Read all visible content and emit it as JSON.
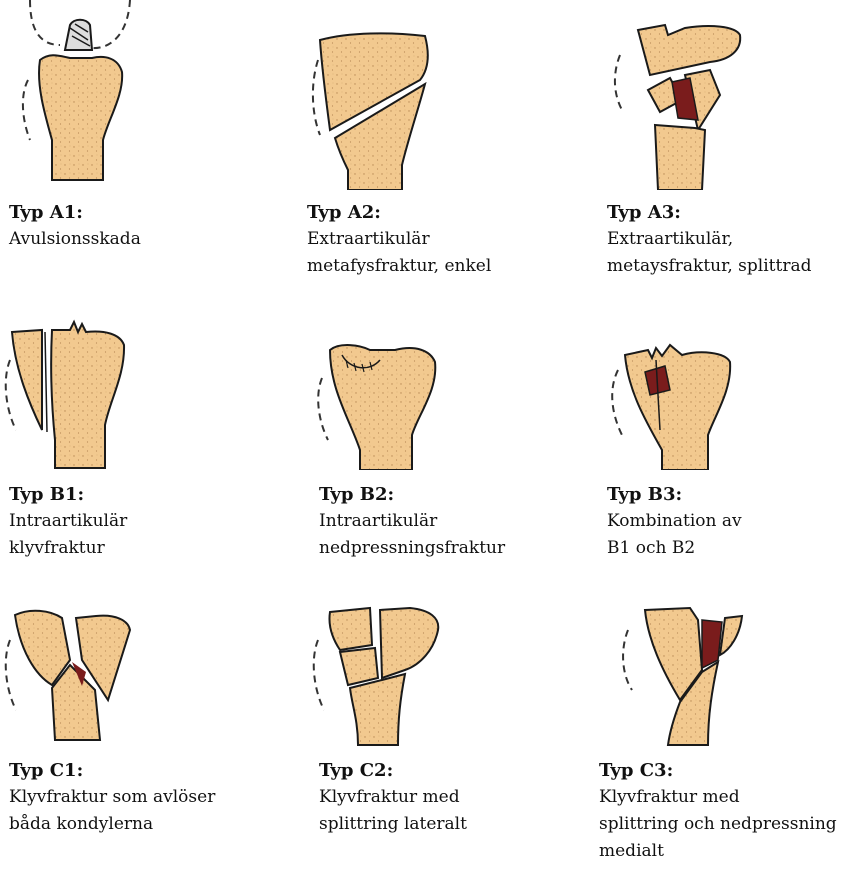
{
  "colors": {
    "bone": "#f2c98f",
    "speckle": "#b98a55",
    "outline": "#1a1a1a",
    "blood": "#7a1c1c",
    "dashed": "#333333"
  },
  "panels": [
    {
      "id": "A1",
      "title": "Typ A1:",
      "lines": [
        "Avulsionsskada"
      ]
    },
    {
      "id": "A2",
      "title": "Typ A2:",
      "lines": [
        "Extraartikulär",
        "metafysfraktur, enkel"
      ]
    },
    {
      "id": "A3",
      "title": "Typ A3:",
      "lines": [
        "Extraartikulär,",
        "metaysfraktur, splittrad"
      ]
    },
    {
      "id": "B1",
      "title": "Typ B1:",
      "lines": [
        "Intraartikulär",
        "klyvfraktur"
      ]
    },
    {
      "id": "B2",
      "title": "Typ B2:",
      "lines": [
        "Intraartikulär",
        "nedpressningsfraktur"
      ]
    },
    {
      "id": "B3",
      "title": "Typ B3:",
      "lines": [
        "Kombination av",
        "B1 och B2"
      ]
    },
    {
      "id": "C1",
      "title": "Typ C1:",
      "lines": [
        "Klyvfraktur som avlöser",
        "båda kondylerna"
      ]
    },
    {
      "id": "C2",
      "title": "Typ C2:",
      "lines": [
        "Klyvfraktur med",
        "splittring lateralt"
      ]
    },
    {
      "id": "C3",
      "title": "Typ C3:",
      "lines": [
        "Klyvfraktur med",
        "splittring och nedpressning",
        "medialt"
      ]
    }
  ]
}
